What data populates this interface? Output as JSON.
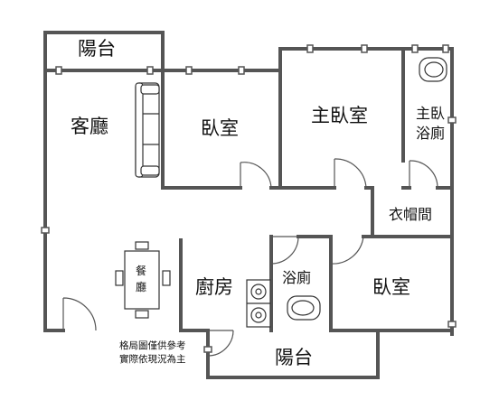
{
  "rooms": {
    "balcony_top": "陽台",
    "living_room": "客廳",
    "bedroom_1": "臥室",
    "master_bedroom": "主臥室",
    "master_bath_line1": "主臥",
    "master_bath_line2": "浴廁",
    "closet": "衣帽間",
    "dining_line1": "餐",
    "dining_line2": "廳",
    "kitchen": "廚房",
    "bathroom": "浴廁",
    "bedroom_2": "臥室",
    "balcony_bottom": "陽台"
  },
  "disclaimer": {
    "line1": "格局圖僅供參考",
    "line2": "實際依現況為主"
  }
}
